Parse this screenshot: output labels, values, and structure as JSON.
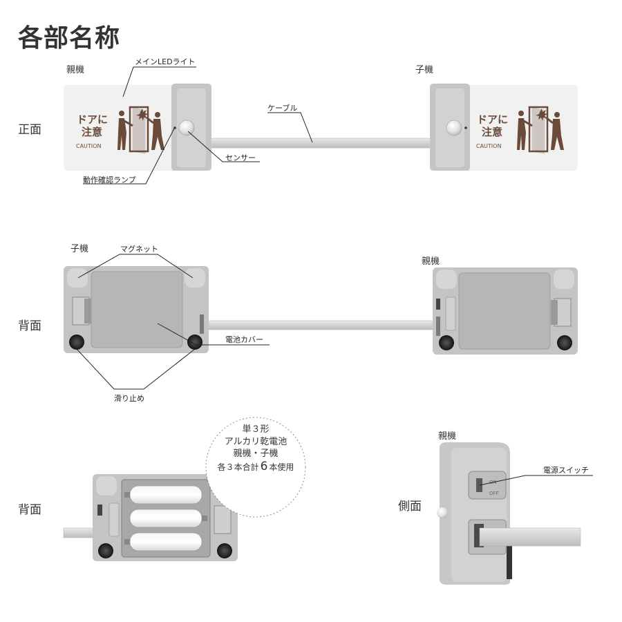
{
  "title": "各部名称",
  "views": {
    "front": "正面",
    "back1": "背面",
    "back2": "背面",
    "side": "側面"
  },
  "units": {
    "parent": "親機",
    "child": "子機"
  },
  "front": {
    "unit_left": "親機",
    "unit_right": "子機",
    "label_main_led": "メインLEDライト",
    "label_cable": "ケーブル",
    "label_sensor": "センサー",
    "label_status_lamp": "動作確認ランプ",
    "sign_line1": "ドアに",
    "sign_line2": "注意",
    "sign_line3": "CAUTION"
  },
  "back": {
    "unit_left": "子機",
    "unit_right": "親機",
    "label_magnet": "マグネット",
    "label_battery_cover": "電池カバー",
    "label_nonslip": "滑り止め"
  },
  "battery": {
    "note_line1": "単３形",
    "note_line2": "アルカリ乾電池",
    "note_line3": "親機・子機",
    "note_line4_a": "各３本合計",
    "note_line4_num": "6",
    "note_line4_b": "本使用"
  },
  "side": {
    "unit": "親機",
    "label_power_switch": "電源スイッチ",
    "switch_on": "ON",
    "switch_off": "OFF"
  },
  "colors": {
    "body": "#c8c8c8",
    "face": "#f1f1f1",
    "dark": "#888888",
    "sign": "#6b4a3a",
    "cable": "#d6d6d6",
    "line": "#222222"
  }
}
